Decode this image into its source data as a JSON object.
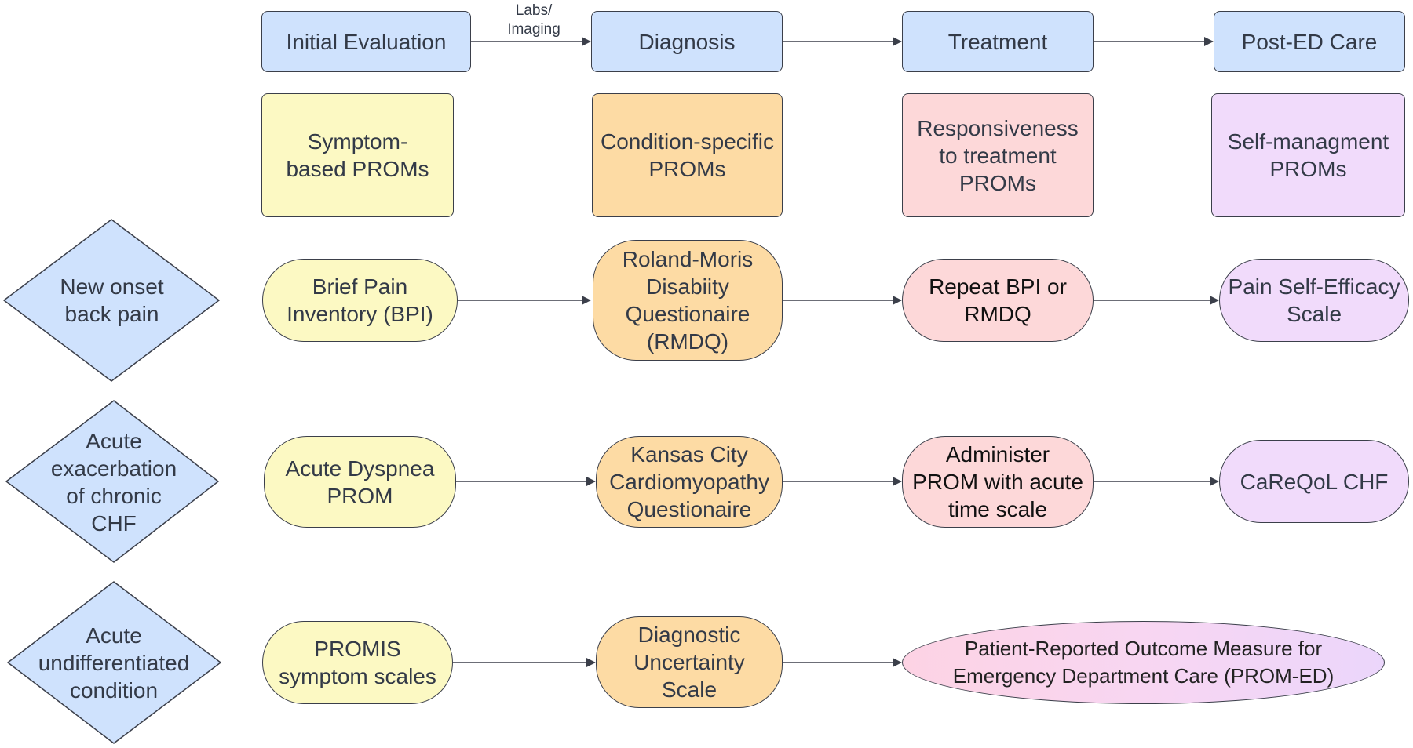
{
  "stages": {
    "initial_evaluation": "Initial Evaluation",
    "diagnosis": "Diagnosis",
    "treatment": "Treatment",
    "post_ed_care": "Post-ED Care"
  },
  "edge_labels": {
    "labs_imaging": [
      "Labs/",
      "Imaging"
    ]
  },
  "categories": {
    "symptom": [
      "Symptom-",
      "based PROMs"
    ],
    "condition": [
      "Condition-specific",
      "PROMs"
    ],
    "responsiveness": [
      "Responsiveness",
      "to treatment",
      "PROMs"
    ],
    "self_management": [
      "Self-managment",
      "PROMs"
    ]
  },
  "conditions": [
    {
      "label": [
        "New onset",
        "back pain"
      ],
      "steps": [
        [
          "Brief Pain",
          "Inventory (BPI)"
        ],
        [
          "Roland-Moris",
          "Disabiity",
          "Questionaire",
          "(RMDQ)"
        ],
        [
          "Repeat BPI or",
          "RMDQ"
        ],
        [
          "Pain Self-Efficacy",
          "Scale"
        ]
      ]
    },
    {
      "label": [
        "Acute",
        "exacerbation",
        "of chronic",
        "CHF"
      ],
      "steps": [
        [
          "Acute Dyspnea",
          "PROM"
        ],
        [
          "Kansas City",
          "Cardiomyopathy",
          "Questionaire"
        ],
        [
          "Administer",
          "PROM with acute",
          "time scale"
        ],
        [
          "CaReQoL CHF"
        ]
      ]
    },
    {
      "label": [
        "Acute",
        "undifferentiated",
        "condition"
      ],
      "steps": [
        [
          "PROMIS",
          "symptom scales"
        ],
        [
          "Diagnostic",
          "Uncertainty",
          "Scale"
        ],
        [
          "Patient-Reported Outcome Measure for",
          "Emergency Department Care (PROM-ED)"
        ]
      ]
    }
  ],
  "colors": {
    "stage": "#cfe2fd",
    "symptom": "#fcf9c3",
    "condition": "#fddba4",
    "treatment": "#fdd8d9",
    "post_ed": "#f1dbfb",
    "diamond": "#cfe2fd",
    "stroke": "#3b3f4a"
  }
}
